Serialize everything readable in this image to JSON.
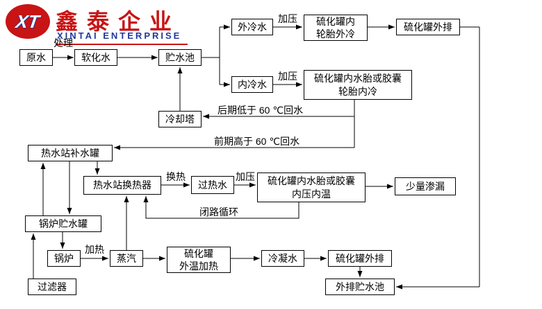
{
  "logo": {
    "monogram": "XT",
    "company_cn": "鑫泰企业",
    "company_en": "XINTAI ENTERPRISE",
    "brand_red": "#c81414",
    "brand_blue": "#20389f"
  },
  "nodes": {
    "raw_water": {
      "label": "原水"
    },
    "softened_water": {
      "label": "软化水"
    },
    "storage_pool": {
      "label": "贮水池"
    },
    "external_cooling_water": {
      "label": "外冷水"
    },
    "tank_tire_external_cooling": {
      "line1": "硫化罐内",
      "line2": "轮胎外冷"
    },
    "tank_discharge_top": {
      "label": "硫化罐外排"
    },
    "internal_cooling_water": {
      "label": "内冷水"
    },
    "tank_bladder_internal_cooling": {
      "line1": "硫化罐内水胎或胶囊",
      "line2": "轮胎内冷"
    },
    "cooling_tower": {
      "label": "冷却塔"
    },
    "hot_water_makeup_tank": {
      "label": "热水站补水罐"
    },
    "hot_water_heat_exchanger": {
      "label": "热水站换热器"
    },
    "superheated_water": {
      "label": "过热水"
    },
    "tank_bladder_pressure_temp": {
      "line1": "硫化罐内水胎或胶囊",
      "line2": "内压内温"
    },
    "slight_leakage": {
      "label": "少量渗漏"
    },
    "boiler_storage_tank": {
      "label": "锅炉贮水罐"
    },
    "boiler": {
      "label": "锅炉"
    },
    "steam": {
      "label": "蒸汽"
    },
    "tank_external_heating": {
      "line1": "硫化罐",
      "line2": "外温加热"
    },
    "condensate": {
      "label": "冷凝水"
    },
    "tank_discharge_bottom": {
      "label": "硫化罐外排"
    },
    "discharge_storage_pool": {
      "label": "外排贮水池"
    },
    "filter": {
      "label": "过滤器"
    }
  },
  "edge_labels": {
    "treatment": "处理",
    "pressurize_top": "加压",
    "pressurize_mid": "加压",
    "pressurize_lower": "加压",
    "late_return": "后期低于 60 ℃回水",
    "early_return": "前期高于 60 ℃回水",
    "heat_exchange": "换热",
    "closed_loop": "闭路循环",
    "heating": "加热"
  }
}
